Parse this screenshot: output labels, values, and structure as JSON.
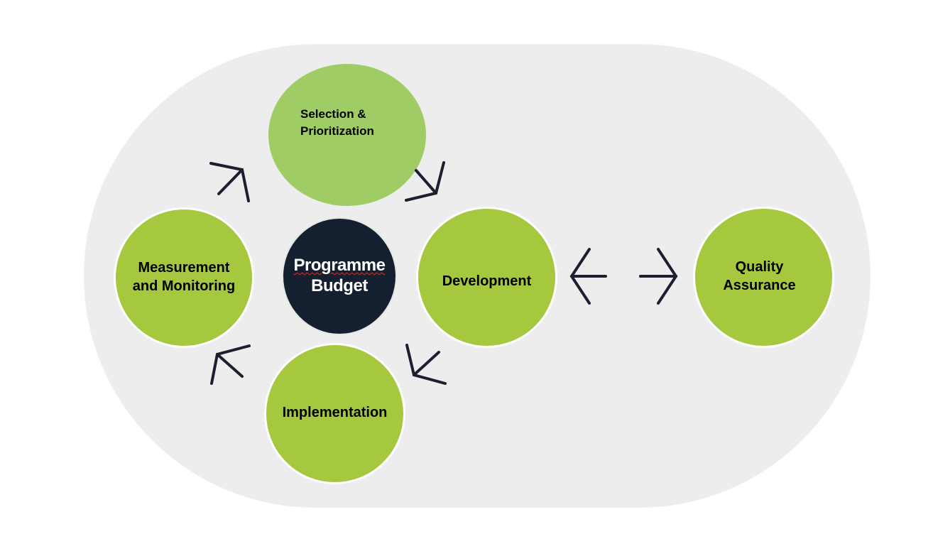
{
  "diagram": {
    "center": {
      "line1": "Programme",
      "line2": "Budget"
    },
    "nodes": {
      "selection": {
        "line1": "Selection &",
        "line2": "Prioritization"
      },
      "development": {
        "label": "Development"
      },
      "implementation": {
        "label": "Implementation"
      },
      "measurement": {
        "line1": "Measurement",
        "line2": "and Monitoring"
      },
      "quality": {
        "line1": "Quality",
        "line2": "Assurance"
      }
    },
    "cycle_order": [
      "Selection & Prioritization",
      "Development",
      "Implementation",
      "Measurement and Monitoring"
    ],
    "bidirectional_link": [
      "Development",
      "Quality Assurance"
    ],
    "colors": {
      "background_capsule": "#ededed",
      "node_green": "#a5c83e",
      "node_light_green": "#a0cc66",
      "center_dark": "#14202f",
      "arrow": "#1a2030",
      "spellcheck_underline": "#d6322a"
    }
  }
}
